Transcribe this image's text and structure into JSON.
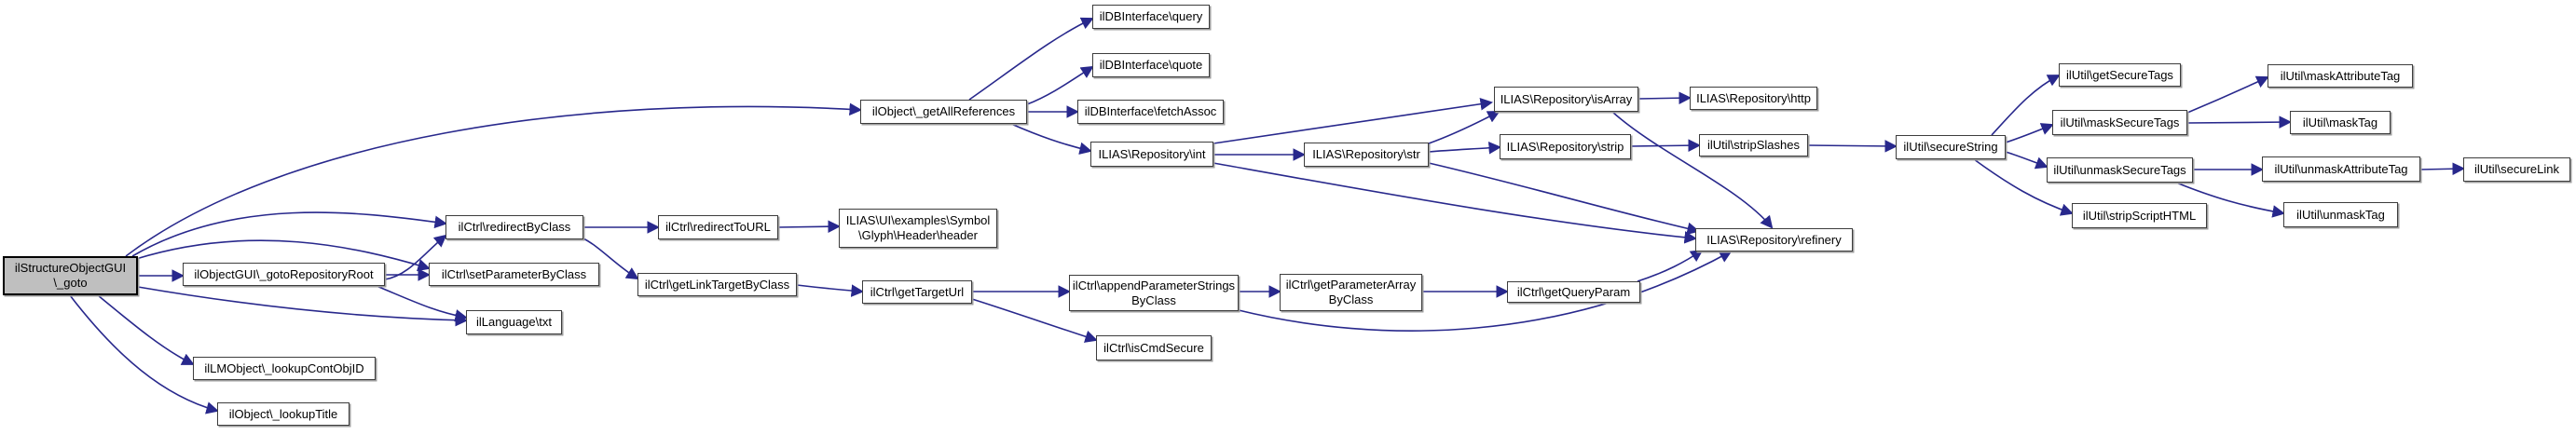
{
  "diagram": {
    "type": "call-graph",
    "background": "#ffffff",
    "edge_color": "#28288c",
    "node_fill": "#ffffff",
    "node_border": "#3d3d3d",
    "highlight_fill": "#bfbfbf"
  },
  "nodes": [
    {
      "id": "goto",
      "label": "ilStructureObjectGUI\n\\_goto",
      "highlight": true
    },
    {
      "id": "gotoRepositoryRoot",
      "label": "ilObjectGUI\\_gotoRepositoryRoot"
    },
    {
      "id": "lookupContObjID",
      "label": "ilLMObject\\_lookupContObjID"
    },
    {
      "id": "lookupTitle",
      "label": "ilObject\\_lookupTitle"
    },
    {
      "id": "redirectByClass",
      "label": "ilCtrl\\redirectByClass"
    },
    {
      "id": "setParameterByClass",
      "label": "ilCtrl\\setParameterByClass"
    },
    {
      "id": "txt",
      "label": "ilLanguage\\txt"
    },
    {
      "id": "redirectToURL",
      "label": "ilCtrl\\redirectToURL"
    },
    {
      "id": "headerGlyph",
      "label": "ILIAS\\UI\\examples\\Symbol\n\\Glyph\\Header\\header"
    },
    {
      "id": "getLinkTargetByClass",
      "label": "ilCtrl\\getLinkTargetByClass"
    },
    {
      "id": "getTargetUrl",
      "label": "ilCtrl\\getTargetUrl"
    },
    {
      "id": "getAllReferences",
      "label": "ilObject\\_getAllReferences"
    },
    {
      "id": "query",
      "label": "ilDBInterface\\query"
    },
    {
      "id": "quote",
      "label": "ilDBInterface\\quote"
    },
    {
      "id": "fetchAssoc",
      "label": "ilDBInterface\\fetchAssoc"
    },
    {
      "id": "repoInt",
      "label": "ILIAS\\Repository\\int"
    },
    {
      "id": "repoStr",
      "label": "ILIAS\\Repository\\str"
    },
    {
      "id": "isArray",
      "label": "ILIAS\\Repository\\isArray"
    },
    {
      "id": "http",
      "label": "ILIAS\\Repository\\http"
    },
    {
      "id": "strip",
      "label": "ILIAS\\Repository\\strip"
    },
    {
      "id": "stripSlashes",
      "label": "ilUtil\\stripSlashes"
    },
    {
      "id": "refinery",
      "label": "ILIAS\\Repository\\refinery"
    },
    {
      "id": "secureString",
      "label": "ilUtil\\secureString"
    },
    {
      "id": "getSecureTags",
      "label": "ilUtil\\getSecureTags"
    },
    {
      "id": "maskSecureTags",
      "label": "ilUtil\\maskSecureTags"
    },
    {
      "id": "unmaskSecureTags",
      "label": "ilUtil\\unmaskSecureTags"
    },
    {
      "id": "stripScriptHTML",
      "label": "ilUtil\\stripScriptHTML"
    },
    {
      "id": "maskAttributeTag",
      "label": "ilUtil\\maskAttributeTag"
    },
    {
      "id": "maskTag",
      "label": "ilUtil\\maskTag"
    },
    {
      "id": "unmaskAttributeTag",
      "label": "ilUtil\\unmaskAttributeTag"
    },
    {
      "id": "unmaskTag",
      "label": "ilUtil\\unmaskTag"
    },
    {
      "id": "secureLink",
      "label": "ilUtil\\secureLink"
    },
    {
      "id": "appendParameterStringsByClass",
      "label": "ilCtrl\\appendParameterStrings\nByClass"
    },
    {
      "id": "getParameterArrayByClass",
      "label": "ilCtrl\\getParameterArray\nByClass"
    },
    {
      "id": "getQueryParam",
      "label": "ilCtrl\\getQueryParam"
    },
    {
      "id": "isCmdSecure",
      "label": "ilCtrl\\isCmdSecure"
    }
  ],
  "edges": [
    {
      "from": "goto",
      "to": "gotoRepositoryRoot"
    },
    {
      "from": "goto",
      "to": "lookupContObjID"
    },
    {
      "from": "goto",
      "to": "lookupTitle"
    },
    {
      "from": "goto",
      "to": "redirectByClass"
    },
    {
      "from": "goto",
      "to": "setParameterByClass"
    },
    {
      "from": "goto",
      "to": "txt"
    },
    {
      "from": "goto",
      "to": "getAllReferences"
    },
    {
      "from": "gotoRepositoryRoot",
      "to": "redirectByClass"
    },
    {
      "from": "gotoRepositoryRoot",
      "to": "setParameterByClass"
    },
    {
      "from": "gotoRepositoryRoot",
      "to": "txt"
    },
    {
      "from": "redirectByClass",
      "to": "redirectToURL"
    },
    {
      "from": "redirectByClass",
      "to": "getLinkTargetByClass"
    },
    {
      "from": "redirectToURL",
      "to": "headerGlyph"
    },
    {
      "from": "getLinkTargetByClass",
      "to": "getTargetUrl"
    },
    {
      "from": "getTargetUrl",
      "to": "appendParameterStringsByClass"
    },
    {
      "from": "getTargetUrl",
      "to": "isCmdSecure"
    },
    {
      "from": "appendParameterStringsByClass",
      "to": "getParameterArrayByClass"
    },
    {
      "from": "appendParameterStringsByClass",
      "to": "refinery"
    },
    {
      "from": "getParameterArrayByClass",
      "to": "getQueryParam"
    },
    {
      "from": "getQueryParam",
      "to": "refinery"
    },
    {
      "from": "getAllReferences",
      "to": "query"
    },
    {
      "from": "getAllReferences",
      "to": "quote"
    },
    {
      "from": "getAllReferences",
      "to": "fetchAssoc"
    },
    {
      "from": "getAllReferences",
      "to": "repoInt"
    },
    {
      "from": "repoInt",
      "to": "repoStr"
    },
    {
      "from": "repoInt",
      "to": "isArray"
    },
    {
      "from": "repoInt",
      "to": "refinery"
    },
    {
      "from": "repoStr",
      "to": "strip"
    },
    {
      "from": "repoStr",
      "to": "isArray"
    },
    {
      "from": "repoStr",
      "to": "refinery"
    },
    {
      "from": "isArray",
      "to": "http"
    },
    {
      "from": "isArray",
      "to": "refinery"
    },
    {
      "from": "strip",
      "to": "stripSlashes"
    },
    {
      "from": "stripSlashes",
      "to": "secureString"
    },
    {
      "from": "secureString",
      "to": "getSecureTags"
    },
    {
      "from": "secureString",
      "to": "maskSecureTags"
    },
    {
      "from": "secureString",
      "to": "unmaskSecureTags"
    },
    {
      "from": "secureString",
      "to": "stripScriptHTML"
    },
    {
      "from": "maskSecureTags",
      "to": "maskAttributeTag"
    },
    {
      "from": "maskSecureTags",
      "to": "maskTag"
    },
    {
      "from": "unmaskSecureTags",
      "to": "unmaskAttributeTag"
    },
    {
      "from": "unmaskSecureTags",
      "to": "unmaskTag"
    },
    {
      "from": "unmaskAttributeTag",
      "to": "secureLink"
    }
  ]
}
